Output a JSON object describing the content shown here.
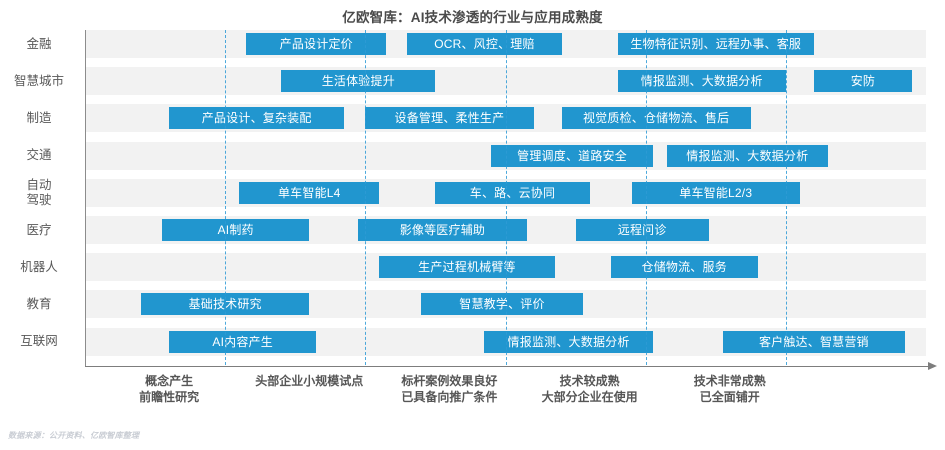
{
  "title": "亿欧智库：AI技术渗透的行业与应用成熟度",
  "source_note": "数据来源：公开资料、亿欧智库整理",
  "colors": {
    "bar": "#2196cf",
    "band": "#f2f2f2",
    "gridline": "#2e9bd6",
    "axis": "#7d7d7d",
    "title_text": "#4a4a4a",
    "label_text": "#595959"
  },
  "chart_data": {
    "type": "bar",
    "title": "亿欧智库：AI技术渗透的行业与应用成熟度",
    "xlabel": "",
    "ylabel": "",
    "grid": true,
    "legend": "none",
    "orientation": "horizontal",
    "note": "Horizontal maturity/timeline chart: each industry row holds one or more labelled application bars placed along a 5-stage maturity axis.",
    "x_stages": [
      {
        "index": 1,
        "line1": "概念产生",
        "line2": "前瞻性研究"
      },
      {
        "index": 2,
        "line1": "头部企业小规模试点",
        "line2": ""
      },
      {
        "index": 3,
        "line1": "标杆案例效果良好",
        "line2": "已具备向推广条件"
      },
      {
        "index": 4,
        "line1": "技术较成熟",
        "line2": "大部分企业在使用"
      },
      {
        "index": 5,
        "line1": "技术非常成熟",
        "line2": "已全面铺开"
      }
    ],
    "categories": [
      "金融",
      "智慧城市",
      "制造",
      "交通",
      "自动驾驶",
      "医疗",
      "机器人",
      "教育",
      "互联网"
    ],
    "rows": [
      {
        "category": "金融",
        "label_lines": [
          "金融"
        ],
        "bars": [
          {
            "label": "产品设计定价",
            "start": 1.15,
            "end": 2.15
          },
          {
            "label": "OCR、风控、理赔",
            "start": 2.3,
            "end": 3.4
          },
          {
            "label": "生物特征识别、远程办事、客服",
            "start": 3.8,
            "end": 5.2
          }
        ]
      },
      {
        "category": "智慧城市",
        "label_lines": [
          "智慧城市"
        ],
        "bars": [
          {
            "label": "生活体验提升",
            "start": 1.4,
            "end": 2.5
          },
          {
            "label": "情报监测、大数据分析",
            "start": 3.8,
            "end": 5.0
          },
          {
            "label": "安防",
            "start": 5.2,
            "end": 5.9
          }
        ]
      },
      {
        "category": "制造",
        "label_lines": [
          "制造"
        ],
        "bars": [
          {
            "label": "产品设计、复杂装配",
            "start": 0.6,
            "end": 1.85
          },
          {
            "label": "设备管理、柔性生产",
            "start": 2.0,
            "end": 3.2
          },
          {
            "label": "视觉质检、仓储物流、售后",
            "start": 3.4,
            "end": 4.75
          }
        ]
      },
      {
        "category": "交通",
        "label_lines": [
          "交通"
        ],
        "bars": [
          {
            "label": "管理调度、道路安全",
            "start": 2.9,
            "end": 4.05
          },
          {
            "label": "情报监测、大数据分析",
            "start": 4.15,
            "end": 5.3
          }
        ]
      },
      {
        "category": "自动驾驶",
        "label_lines": [
          "自动",
          "驾驶"
        ],
        "bars": [
          {
            "label": "单车智能L4",
            "start": 1.1,
            "end": 2.1
          },
          {
            "label": "车、路、云协同",
            "start": 2.5,
            "end": 3.6
          },
          {
            "label": "单车智能L2/3",
            "start": 3.9,
            "end": 5.1
          }
        ]
      },
      {
        "category": "医疗",
        "label_lines": [
          "医疗"
        ],
        "bars": [
          {
            "label": "AI制药",
            "start": 0.55,
            "end": 1.6
          },
          {
            "label": "影像等医疗辅助",
            "start": 1.95,
            "end": 3.15
          },
          {
            "label": "远程问诊",
            "start": 3.5,
            "end": 4.45
          }
        ]
      },
      {
        "category": "机器人",
        "label_lines": [
          "机器人"
        ],
        "bars": [
          {
            "label": "生产过程机械臂等",
            "start": 2.1,
            "end": 3.35
          },
          {
            "label": "仓储物流、服务",
            "start": 3.75,
            "end": 4.8
          }
        ]
      },
      {
        "category": "教育",
        "label_lines": [
          "教育"
        ],
        "bars": [
          {
            "label": "基础技术研究",
            "start": 0.4,
            "end": 1.6
          },
          {
            "label": "智慧教学、评价",
            "start": 2.4,
            "end": 3.55
          }
        ]
      },
      {
        "category": "互联网",
        "label_lines": [
          "互联网"
        ],
        "bars": [
          {
            "label": "AI内容产生",
            "start": 0.6,
            "end": 1.65
          },
          {
            "label": "情报监测、大数据分析",
            "start": 2.85,
            "end": 4.05
          },
          {
            "label": "客户触达、智慧营销",
            "start": 4.55,
            "end": 5.85
          }
        ]
      }
    ]
  }
}
